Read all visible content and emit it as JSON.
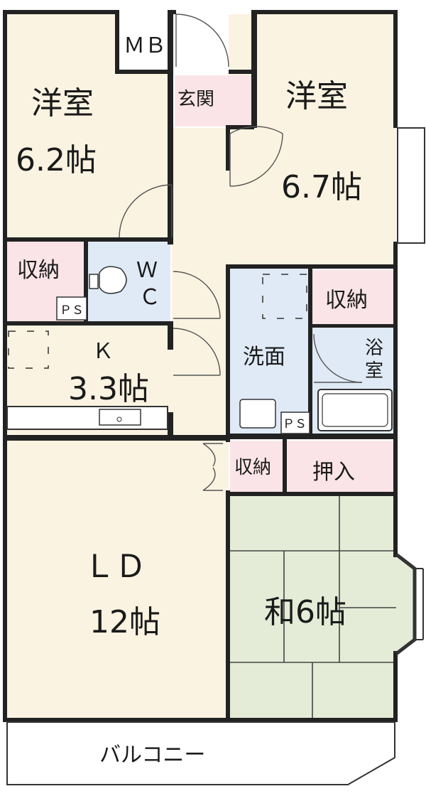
{
  "colors": {
    "western_room": "#fbf3e1",
    "storage": "#fbe4e7",
    "wet_area": "#dfeaf6",
    "japanese_room": "#e4ecd7",
    "hall": "#fbf3e1",
    "wall": "#222222"
  },
  "rooms": {
    "western1": {
      "name": "洋室",
      "size": "6.2帖"
    },
    "western2": {
      "name": "洋室",
      "size": "6.7帖"
    },
    "mb": "ＭＢ",
    "entrance": "玄関",
    "storage1": "収納",
    "wc_w": "Ｗ",
    "wc_c": "Ｃ",
    "ps1": "ＰＳ",
    "kitchen": {
      "name": "Ｋ",
      "size": "3.3帖"
    },
    "washroom": "洗面",
    "ps2": "ＰＳ",
    "storage2": "収納",
    "bath_1": "浴",
    "bath_2": "室",
    "storage3": "収納",
    "closet": "押入",
    "ld": {
      "name": "ＬＤ",
      "size": "12帖"
    },
    "japanese": {
      "name": "和6帖"
    },
    "balcony": "バルコニー"
  }
}
